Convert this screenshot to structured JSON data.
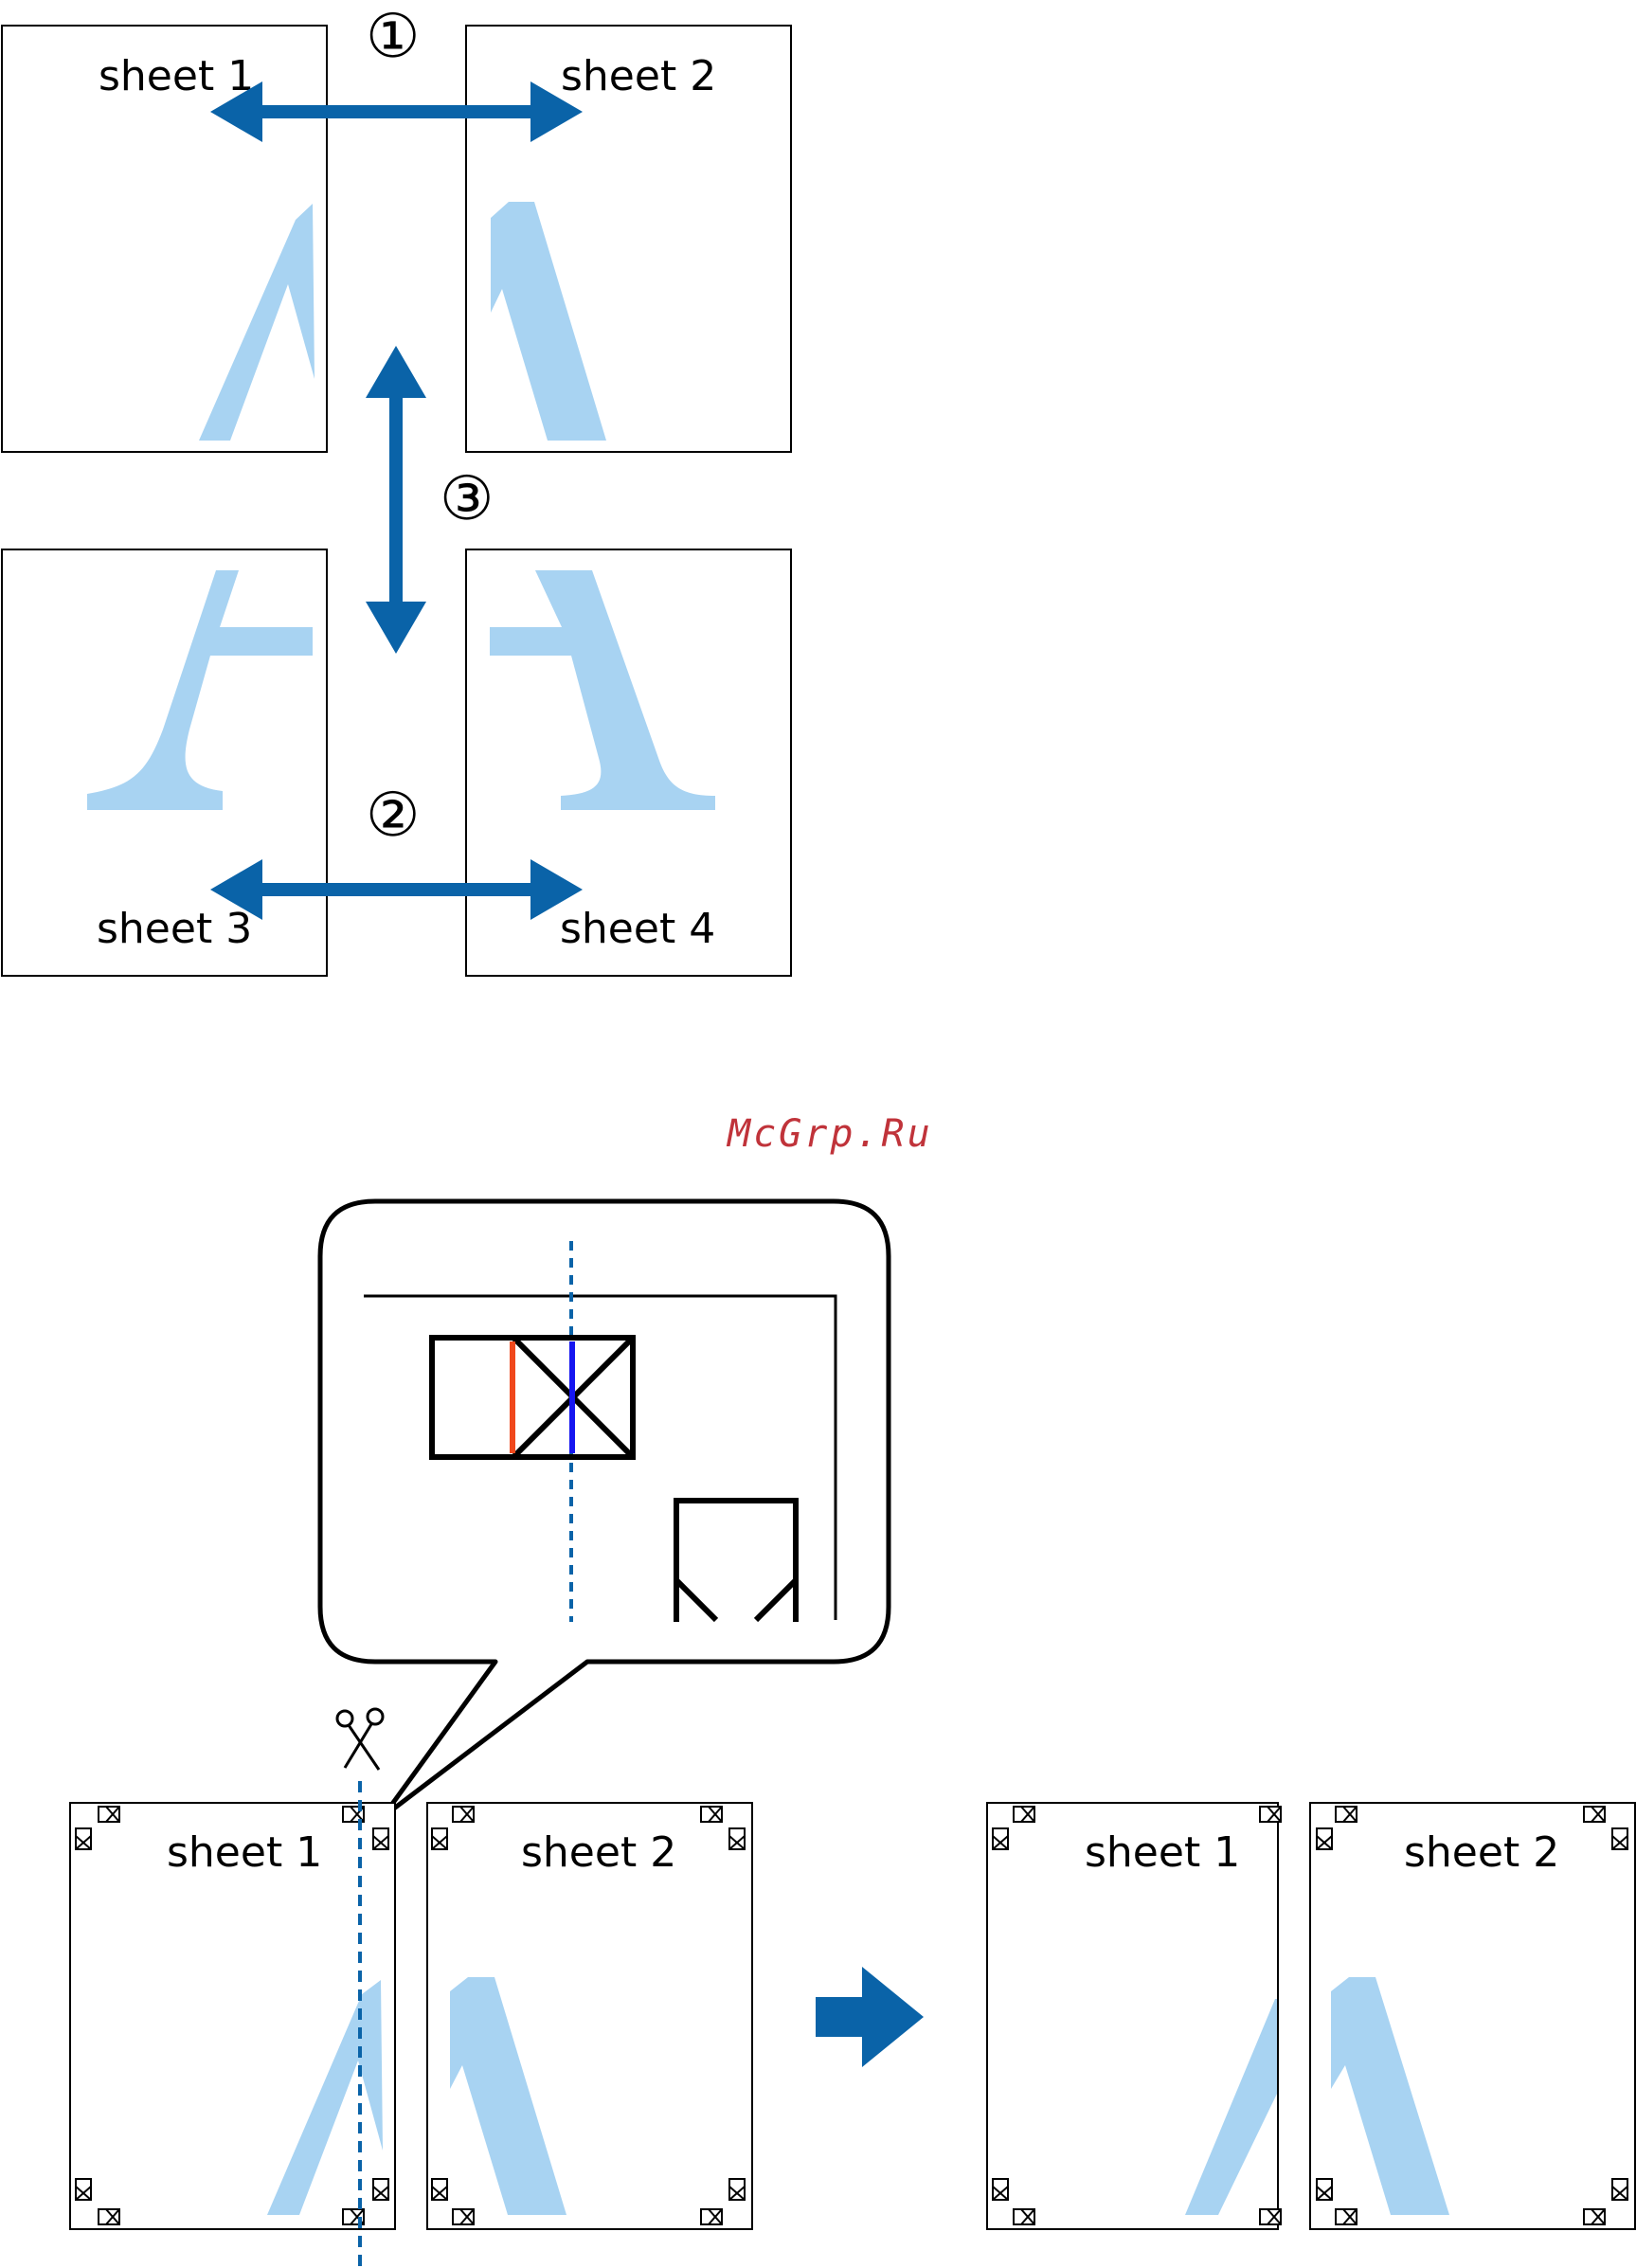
{
  "top": {
    "sheets": [
      {
        "label": "sheet 1"
      },
      {
        "label": "sheet 2"
      },
      {
        "label": "sheet 3"
      },
      {
        "label": "sheet 4"
      }
    ],
    "steps": [
      "①",
      "②",
      "③"
    ]
  },
  "watermark": "McGrp.Ru",
  "bottom": {
    "before": [
      "sheet 1",
      "sheet 2"
    ],
    "after": [
      "sheet 1",
      "sheet 2"
    ]
  },
  "colors": {
    "arrow": "#0a63a8",
    "letter": "#a8d3f2",
    "watermark": "#c0333a",
    "red_mark": "#f0481c",
    "blue_mark": "#1616f0",
    "cut_line": "#0a63a8"
  }
}
